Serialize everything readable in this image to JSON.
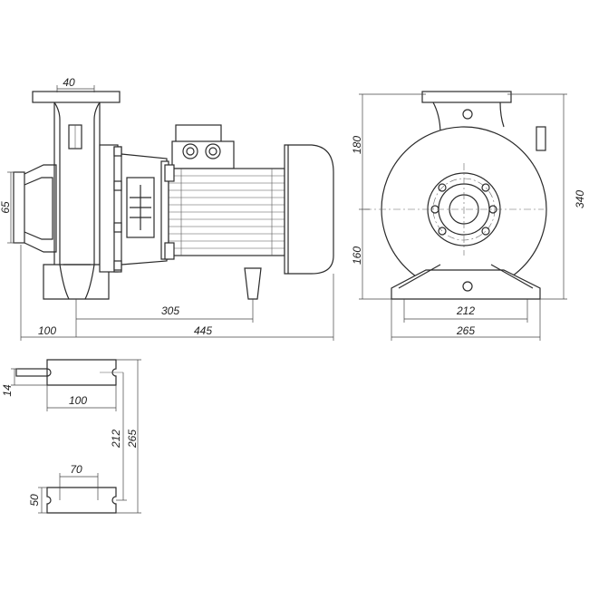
{
  "dimensions": {
    "side_inlet_width": "40",
    "side_suction_height": "65",
    "side_motor_length": "305",
    "side_suction_offset": "100",
    "side_total_length": "445",
    "front_top_height": "180",
    "front_bottom_height": "160",
    "front_total_height": "340",
    "front_base_width": "212",
    "front_total_width": "265",
    "foot_thickness": "14",
    "foot_large_width": "100",
    "foot_hole_spacing_inner": "212",
    "foot_hole_spacing_outer": "265",
    "foot_small_width": "70",
    "foot_small_height": "50"
  }
}
